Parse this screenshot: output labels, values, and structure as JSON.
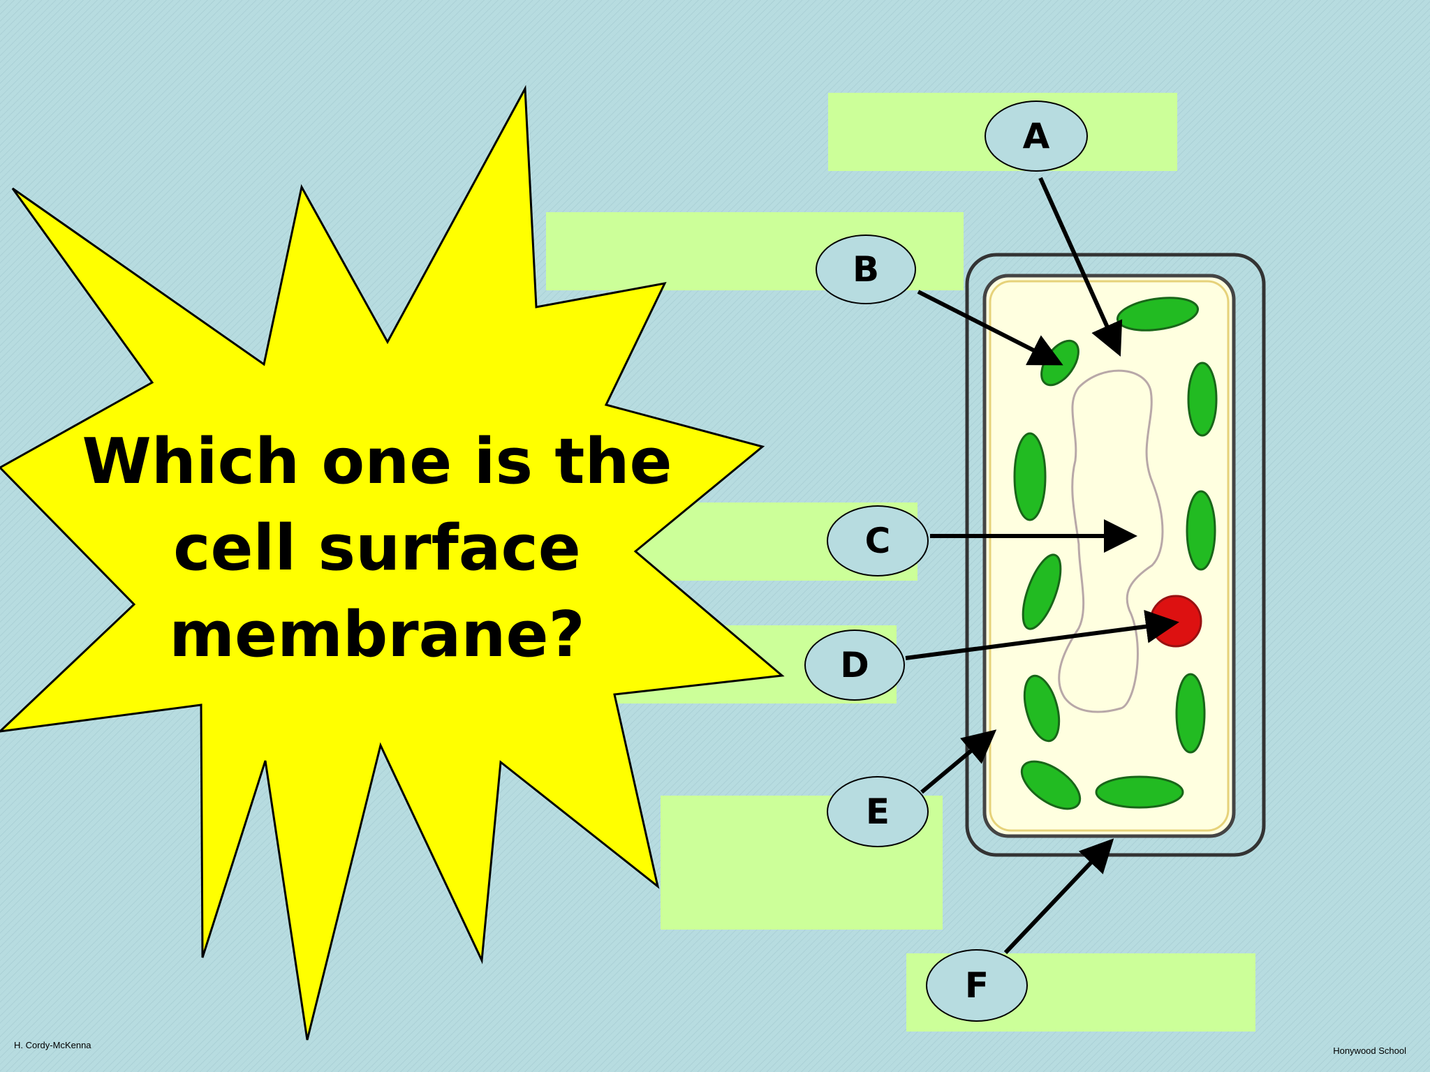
{
  "question": [
    "Which one is the",
    "cell surface",
    "membrane?"
  ],
  "labels": {
    "a": "A",
    "b": "B",
    "c": "C",
    "d": "D",
    "e": "E",
    "f": "F"
  },
  "footer": {
    "left": "H. Cordy-McKenna",
    "right": "Honywood School"
  },
  "colors": {
    "background": "#b7dce0",
    "label_box": "#ccff99",
    "starburst": "#ffff00",
    "chloroplast": "#22bb22",
    "nucleus": "#dd1111"
  }
}
